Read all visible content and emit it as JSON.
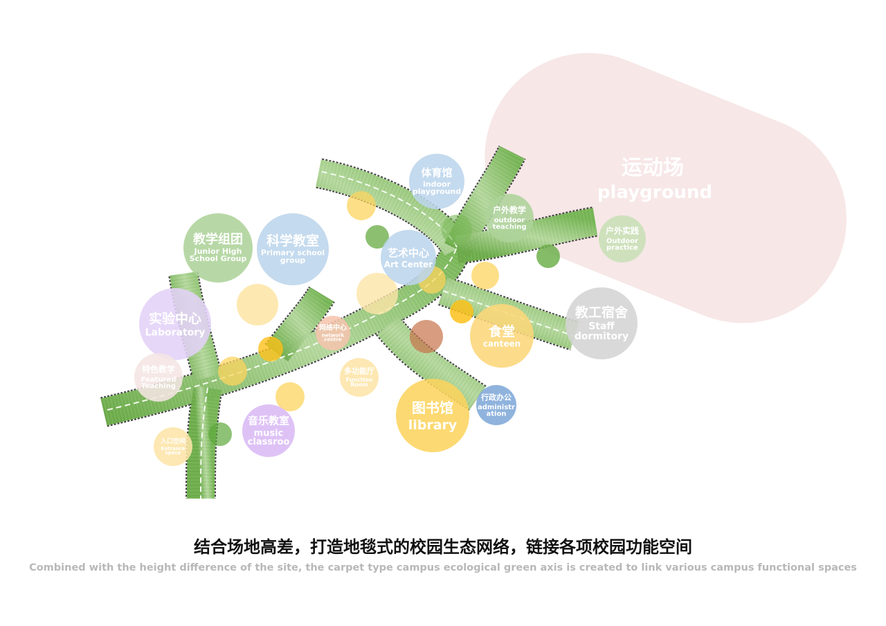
{
  "playground": {
    "zh": "运动场",
    "en": "playground",
    "color": "#f7e7e7"
  },
  "nodes": [
    {
      "id": "indoor-playground",
      "zh": "体育馆",
      "en": [
        "indoor",
        "playground"
      ],
      "color": "#bcd5ec"
    },
    {
      "id": "outdoor-teaching",
      "zh": "户外教学",
      "en": [
        "outdoor",
        "teaching"
      ],
      "color": "#add39a"
    },
    {
      "id": "outdoor-practice",
      "zh": "户外实践",
      "en": [
        "Outdoor",
        "practice"
      ],
      "color": "#c8e0b6"
    },
    {
      "id": "primary-school",
      "zh": "科学教室",
      "en": [
        "Primary school",
        "group"
      ],
      "color": "#bcd5ec"
    },
    {
      "id": "junior-high",
      "zh": "教学组团",
      "en": [
        "Junior High",
        "School Group"
      ],
      "color": "#add39a"
    },
    {
      "id": "art-center",
      "zh": "艺术中心",
      "en": [
        "Art Center"
      ],
      "color": "#bcd5ec"
    },
    {
      "id": "laboratory",
      "zh": "实验中心",
      "en": [
        "Laboratory"
      ],
      "color": "#e3d2f7"
    },
    {
      "id": "staff-dormitory",
      "zh": "教工宿舍",
      "en": [
        "Staff",
        "dormitory"
      ],
      "color": "#d4d4d4"
    },
    {
      "id": "canteen",
      "zh": "食堂",
      "en": [
        "canteen"
      ],
      "color": "#fcd77a"
    },
    {
      "id": "network-centre",
      "zh": "网络中心",
      "en": [
        "network",
        "centre"
      ],
      "color": "#f5c4ad"
    },
    {
      "id": "featured-teaching",
      "zh": "特色教学",
      "en": [
        "Featured",
        "Teaching"
      ],
      "color": "#f4e5e2"
    },
    {
      "id": "function-room",
      "zh": "多功能厅",
      "en": [
        "Function",
        "Room"
      ],
      "color": "#fde5a8"
    },
    {
      "id": "library",
      "zh": "图书馆",
      "en": [
        "library"
      ],
      "color": "#fcd45f"
    },
    {
      "id": "administration",
      "zh": "行政办公",
      "en": [
        "administr",
        "ation"
      ],
      "color": "#7fa8d8"
    },
    {
      "id": "music-classroom",
      "zh": "音乐教室",
      "en": [
        "music",
        "classroo"
      ],
      "color": "#dabaf5"
    },
    {
      "id": "entrance-space",
      "zh": "入口空间",
      "en": [
        "Entrance",
        "space"
      ],
      "color": "#fde5a8"
    }
  ],
  "axis_color": "#7cb95a",
  "caption": {
    "title": "结合场地高差，打造地毯式的校园生态网络，链接各项校园功能空间",
    "subtitle": "Combined with the height difference of the site, the carpet type campus ecological green axis is created to link various campus functional spaces"
  }
}
